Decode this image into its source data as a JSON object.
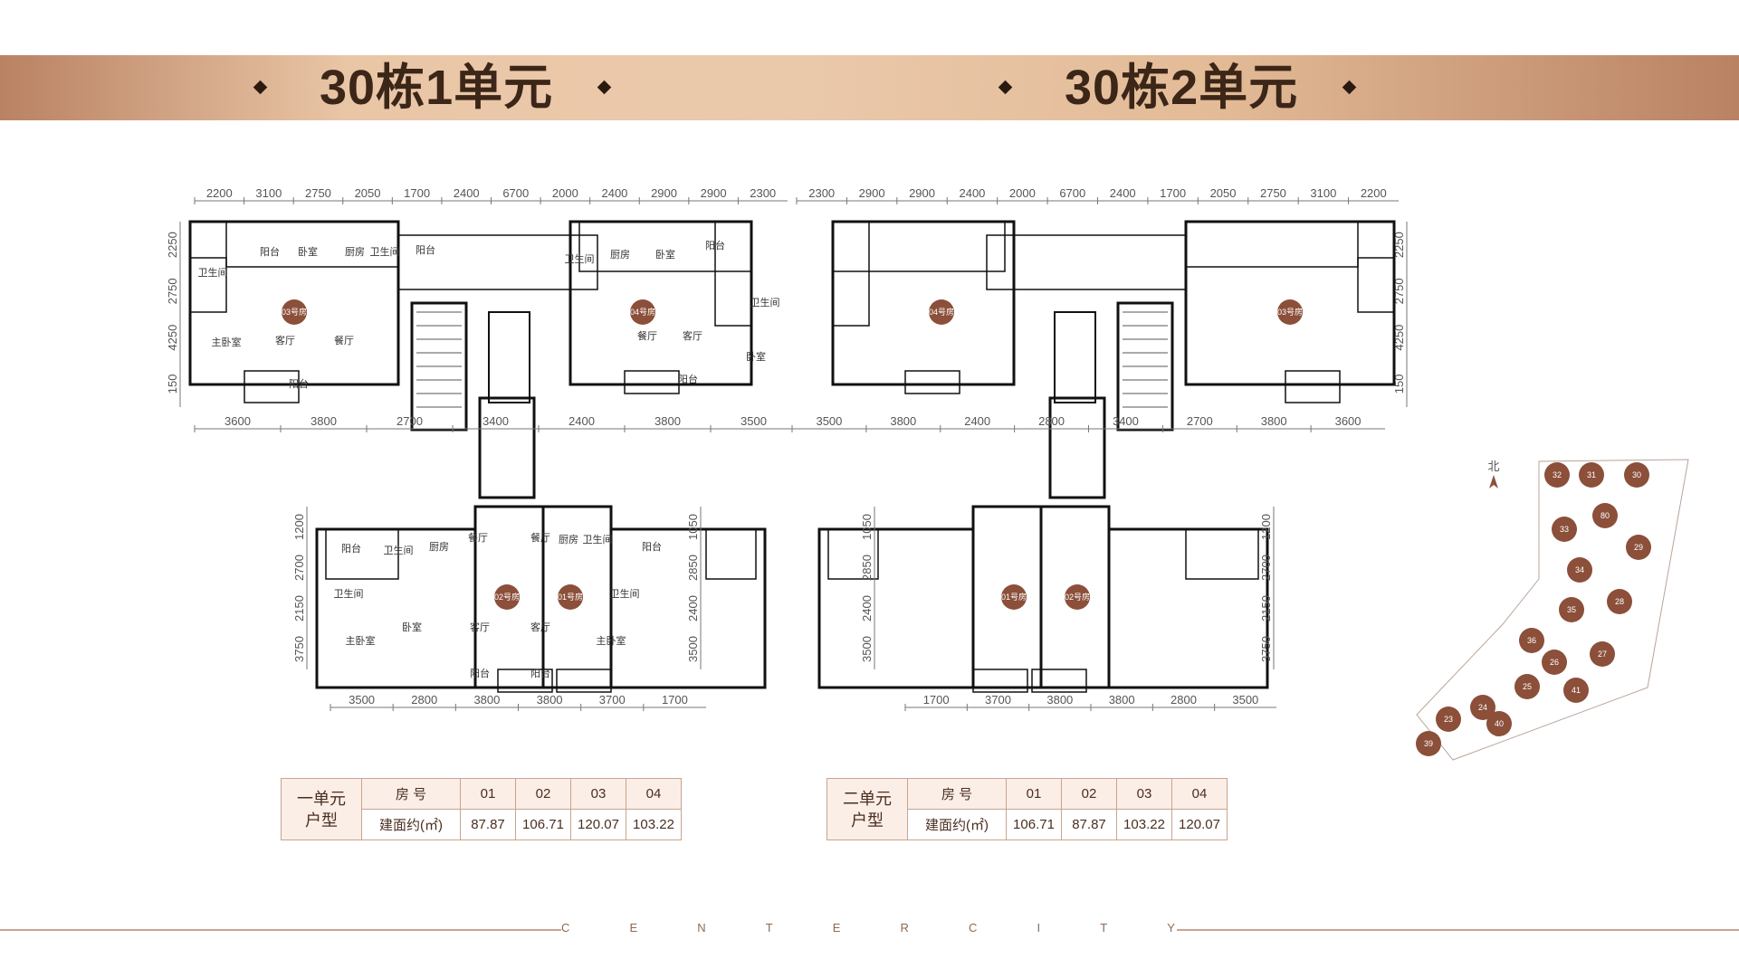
{
  "header": {
    "unit1_title": "30栋1单元",
    "unit2_title": "30栋2单元"
  },
  "colors": {
    "banner": "#d9a987",
    "accent": "#8b4f3a",
    "wall": "#111111"
  },
  "plan1": {
    "top_dims": [
      "2200",
      "3100",
      "2750",
      "2050",
      "1700",
      "2400",
      "6700",
      "2000",
      "2400",
      "2900",
      "2900",
      "2300"
    ],
    "mid_dims": [
      "3600",
      "3800",
      "2700",
      "3400",
      "2400",
      "3800",
      "3500"
    ],
    "side_dims": [
      "2250",
      "2750",
      "4250",
      "150"
    ],
    "bottom_dims": [
      "3500",
      "2800",
      "3800",
      "3800",
      "3700",
      "1700"
    ],
    "lower_left_side": [
      "1200",
      "2700",
      "2150",
      "3750"
    ],
    "lower_right_side": [
      "1050",
      "2850",
      "2400",
      "3500"
    ],
    "rooms": [
      "阳台",
      "卧室",
      "厨房",
      "卫生间",
      "阳台",
      "卫生间",
      "主卧室",
      "客厅",
      "餐厅",
      "阳台",
      "卫生间",
      "厨房",
      "卧室",
      "阳台",
      "卫生间",
      "餐厅",
      "客厅",
      "卧室",
      "阳台",
      "阳台",
      "卫生间",
      "厨房",
      "餐厅",
      "餐厅",
      "厨房",
      "卫生间",
      "阳台",
      "卫生间",
      "卧室",
      "客厅",
      "客厅",
      "卫生间",
      "主卧室",
      "主卧室",
      "阳台",
      "阳台"
    ],
    "badges": [
      "03号房",
      "04号房",
      "02号房",
      "01号房"
    ]
  },
  "plan2": {
    "top_dims": [
      "2300",
      "2900",
      "2900",
      "2400",
      "2000",
      "6700",
      "2400",
      "1700",
      "2050",
      "2750",
      "3100",
      "2200"
    ],
    "mid_dims": [
      "3500",
      "3800",
      "2400",
      "2800",
      "3400",
      "2700",
      "3800",
      "3600"
    ],
    "side_dims": [
      "2250",
      "2750",
      "4250",
      "150"
    ],
    "bottom_dims": [
      "1700",
      "3700",
      "3800",
      "3800",
      "2800",
      "3500"
    ],
    "lower_left_side": [
      "1050",
      "2850",
      "2400",
      "3500"
    ],
    "lower_right_side": [
      "1200",
      "2700",
      "2150",
      "3750"
    ],
    "badges": [
      "03号房",
      "04号房",
      "02号房",
      "01号房"
    ]
  },
  "table1": {
    "label_line1": "一单元",
    "label_line2": "户型",
    "header_label": "房 号",
    "row_label": "建面约(㎡)",
    "rooms": [
      "01",
      "02",
      "03",
      "04"
    ],
    "areas": [
      "87.87",
      "106.71",
      "120.07",
      "103.22"
    ]
  },
  "table2": {
    "label_line1": "二单元",
    "label_line2": "户型",
    "header_label": "房 号",
    "row_label": "建面约(㎡)",
    "rooms": [
      "01",
      "02",
      "03",
      "04"
    ],
    "areas": [
      "106.71",
      "87.87",
      "103.22",
      "120.07"
    ]
  },
  "siteplan": {
    "buildings": [
      "32",
      "31",
      "30",
      "80",
      "33",
      "29",
      "34",
      "28",
      "35",
      "36",
      "27",
      "26",
      "25",
      "41",
      "24",
      "23",
      "40",
      "39"
    ],
    "north_label": "北"
  },
  "footer": {
    "letters": [
      "C",
      "E",
      "N",
      "T",
      "E",
      "R",
      "C",
      "I",
      "T",
      "Y"
    ]
  }
}
